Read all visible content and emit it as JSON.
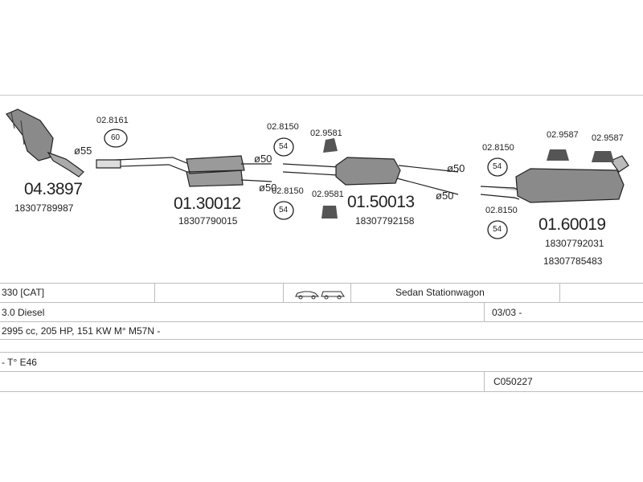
{
  "parts": {
    "cat": {
      "number": "04.3897",
      "oem": "18307789987",
      "diameter": "ø55"
    },
    "front_pipe": {
      "number": "01.30012",
      "oem": "18307790015",
      "diameter_top": "ø50",
      "diameter_bottom": "ø50"
    },
    "middle": {
      "number": "01.50013",
      "oem": "18307792158",
      "diameter_right_top": "ø50",
      "diameter_right_bottom": "ø50"
    },
    "rear": {
      "number": "01.60019",
      "oem1": "18307792031",
      "oem2": "18307785483"
    }
  },
  "clamps": [
    {
      "code": "02.8161",
      "size": "60"
    },
    {
      "code": "02.8150",
      "size": "54"
    },
    {
      "code": "02.9581",
      "size": ""
    },
    {
      "code": "02.8150",
      "size": "54"
    },
    {
      "code": "02.9581",
      "size": ""
    },
    {
      "code": "02.8150",
      "size": "54"
    },
    {
      "code": "02.9587",
      "size": ""
    },
    {
      "code": "02.9587",
      "size": ""
    },
    {
      "code": "02.8150",
      "size": "54"
    }
  ],
  "table": {
    "model": "330  [CAT]",
    "body_types": "Sedan Stationwagon",
    "engine": "3.0 Diesel",
    "date": "03/03 -",
    "specs": "2995 cc, 205 HP, 151 KW M° M57N -",
    "type": "- T° E46",
    "code": "C050227"
  }
}
